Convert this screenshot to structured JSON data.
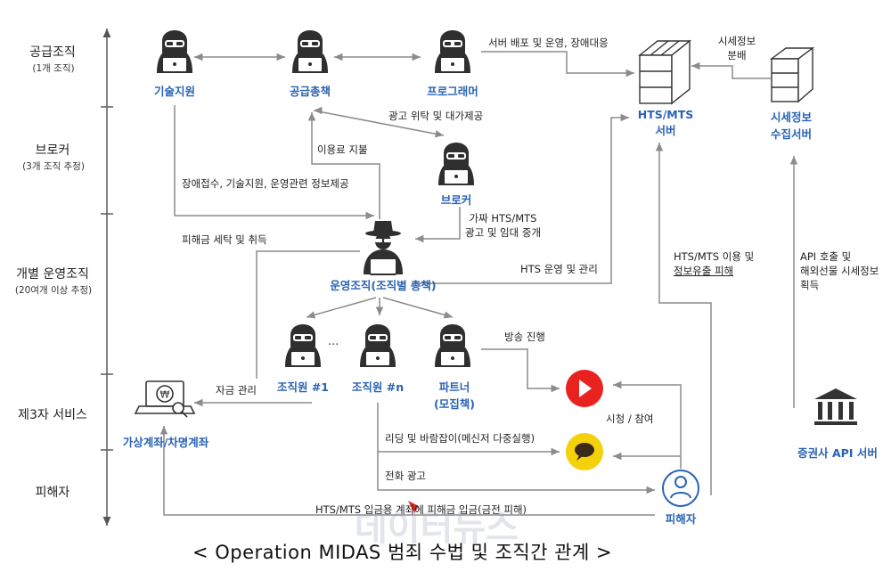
{
  "levels": [
    {
      "name": "공급조직",
      "sub": "(1개 조직)"
    },
    {
      "name": "브로커",
      "sub": "(3개 조직 추정)"
    },
    {
      "name": "개별 운영조직",
      "sub": "(20여개 이상 추정)"
    },
    {
      "name": "제3자 서비스",
      "sub": ""
    },
    {
      "name": "피해자",
      "sub": ""
    }
  ],
  "nodes": {
    "tech_support": "기술지원",
    "supply_head": "공급총책",
    "programmer": "프로그래머",
    "broker": "브로커",
    "operator": "운영조직(조직별 총책)",
    "member1": "조직원 #1",
    "membern": "조직원 #n",
    "partner_line1": "파트너",
    "partner_line2": "(모집책)",
    "virtual_account": "가상계좌/차명계좌",
    "hts_server_line1": "HTS/MTS",
    "hts_server_line2": "서버",
    "market_server_line1": "시세정보",
    "market_server_line2": "수집서버",
    "broker_api": "증권사 API 서버",
    "victim": "피해자",
    "ellipsis": "···"
  },
  "notes": {
    "server_deploy": "서버 배포 및 운영, 장애대응",
    "market_dist_line1": "시세정보",
    "market_dist_line2": "분배",
    "ad_consign": "광고 위탁 및 대가제공",
    "fee_pay": "이용료 지불",
    "support_info": "장애접수, 기술지원, 운영관련 정보제공",
    "fake_ad_line1": "가짜 HTS/MTS",
    "fake_ad_line2": "광고 및 임대 중개",
    "laundering": "피해금 세탁 및 취득",
    "hts_ops": "HTS 운영 및 관리",
    "hts_use_line1": "HTS/MTS 이용 및",
    "hts_use_line2": "정보유출 피해",
    "api_call_line1": "API 호출 및",
    "api_call_line2": "해외선물 시세정보",
    "api_call_line3": "획득",
    "broadcast": "방송 진행",
    "fund_mgmt": "자금 관리",
    "watch_join": "시청 / 참여",
    "reading_bait": "리딩 및 바람잡이(메신저 다중실행)",
    "phone_ad": "전화 광고",
    "deposit": "HTS/MTS 입금용 계좌에 피해금 입금(금전 피해)"
  },
  "caption": "< Operation MIDAS 범죄 수법 및 조직간 관계 >",
  "watermark": "데이터뉴스",
  "colors": {
    "accent_blue": "#2a63b4",
    "line_gray": "#8c8c8c",
    "youtube_red": "#e8231f",
    "kakao_yellow": "#f4d10b",
    "dark": "#333333"
  },
  "icons": [
    "hacker-icon",
    "spy-icon",
    "server-rack-icon",
    "laptop-won-icon",
    "youtube-icon",
    "kakaotalk-icon",
    "bank-icon",
    "victim-person-icon"
  ]
}
